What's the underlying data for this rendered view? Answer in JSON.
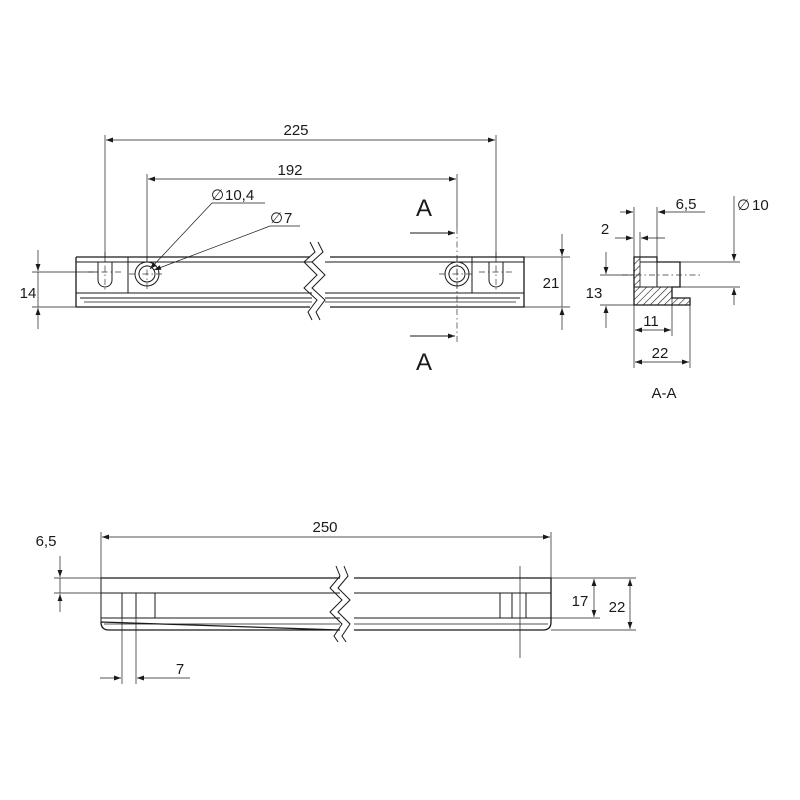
{
  "top_view": {
    "dims": {
      "overall_holes": "225",
      "center_holes": "192",
      "hole_large_dia": "10,4",
      "hole_small_dia": "7",
      "height_left": "14",
      "height_right": "21"
    },
    "section_marker_top": "A",
    "section_marker_bottom": "A"
  },
  "section_view": {
    "title": "A-A",
    "dims": {
      "dia": "10",
      "width_65": "6,5",
      "width_2": "2",
      "height_13": "13",
      "width_11": "11",
      "width_22": "22"
    }
  },
  "bottom_view": {
    "dims": {
      "overall_length": "250",
      "top_offset": "6,5",
      "slot_width": "7",
      "height_17": "17",
      "height_22": "22"
    }
  },
  "symbols": {
    "diameter": "∅"
  },
  "colors": {
    "line": "#1a1a1a",
    "background": "#ffffff"
  }
}
